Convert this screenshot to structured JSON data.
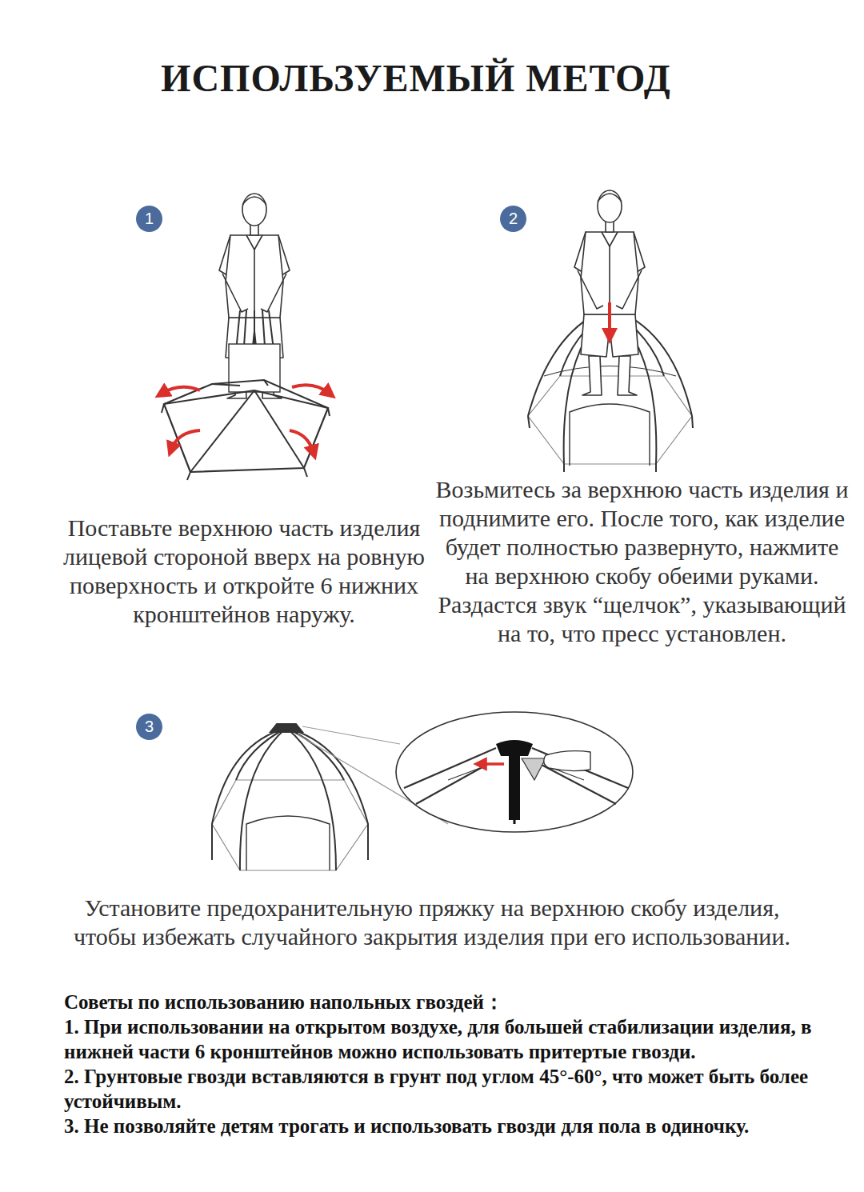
{
  "diagram": {
    "title": "ИСПОЛЬЗУЕМЫЙ МЕТОД",
    "nodes": [
      {
        "text": [
          "1"
        ]
      },
      {
        "text": [
          "2"
        ]
      },
      {
        "text": [
          "3"
        ]
      }
    ],
    "labels": [
      "Поставьте верхнюю часть изделия лицевой стороной вверх на ровную поверхность и откройте 6 нижних кронштейнов наружу.",
      "Возьмитесь за верхнюю часть изделия и поднимите его. После того, как изделие будет полностью развернуто, нажмите на верхнюю скобу обеими руками. Раздастся звук “щелчок”, указывающий на то, что пресс установлен.",
      "Установите предохранительную пряжку на верхнюю скобу изделия, чтобы избежать случайного закрытия изделия при его использовании.",
      "Советы по использованию напольных гвоздей：",
      "1. При использовании на открытом воздухе, для большей стабилизации изделия, в нижней части 6 кронштейнов можно использовать притертые гвозди.",
      "2. Грунтовые гвозди вставляются в грунт под углом 45°-60°, что может быть более устойчивым.",
      "3. Не позволяйте детям трогать и использовать гвозди для пола в одиночку."
    ]
  }
}
